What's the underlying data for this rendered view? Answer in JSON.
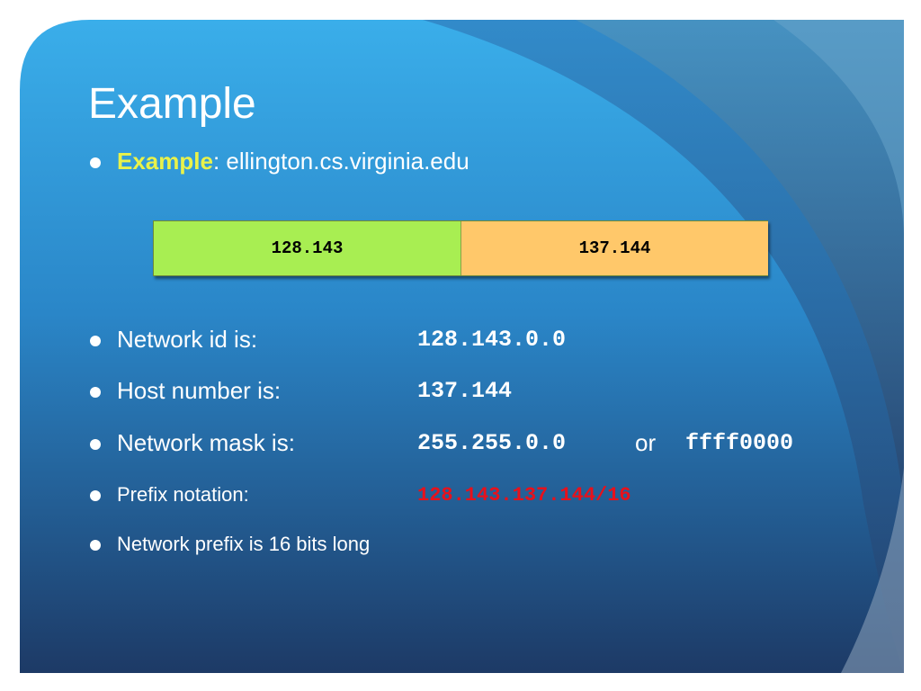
{
  "slide": {
    "title": "Example",
    "example_bullet": {
      "label_bold": "Example",
      "text": ": ellington.cs.virginia.edu"
    },
    "address_box": {
      "network_part": "128.143",
      "host_part": "137.144",
      "network_color": "#a8ee52",
      "host_color": "#ffc86a"
    },
    "bullets": [
      {
        "label": "Network id is:",
        "value": "128.143.0.0"
      },
      {
        "label": "Host number is:",
        "value": "137.144"
      },
      {
        "label": "Network mask is:",
        "value": "255.255.0.0",
        "or": "or",
        "value2": "ffff0000"
      },
      {
        "label": "Prefix notation:",
        "value": "128.143.137.144/16",
        "value_color": "#e8111b"
      },
      {
        "label": "Network prefix  is 16 bits long"
      }
    ],
    "colors": {
      "background_top": "#39aee8",
      "background_bottom": "#1e3d69",
      "accent_yellow": "#e9f24a",
      "text": "#ffffff"
    }
  }
}
